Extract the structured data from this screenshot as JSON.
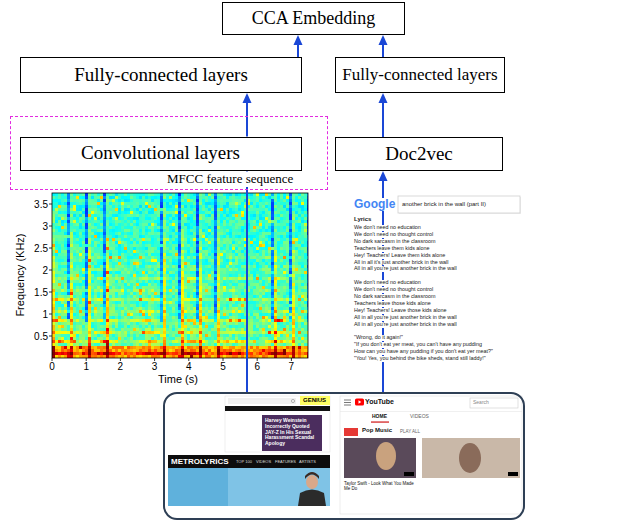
{
  "diagram": {
    "nodes": [
      {
        "text": [
          "CCA Embedding"
        ]
      },
      {
        "text": [
          "Fully-connected layers"
        ]
      },
      {
        "text": [
          "Fully-connected layers"
        ]
      },
      {
        "text": [
          "MFCC feature sequence"
        ]
      },
      {
        "text": [
          "Convolutional layers"
        ],
        "in": 3
      },
      {
        "text": [
          "Doc2vec"
        ]
      },
      {
        "text": [
          "GENIUS",
          "Harvey Weinstein Incorrectly Quoted JAY-Z In His Sexual Harassment Scandal Apology",
          "METROLYRICS",
          "TOP 100",
          "VIDEOS",
          "FEATURES",
          "ARTISTS",
          "YouTube",
          "Search",
          "HOME",
          "VIDEOS",
          "Pop Music",
          "PLAY ALL",
          "Taylor Swift - Look What You Made Me Do"
        ]
      }
    ],
    "edges": [
      {
        "from": 4,
        "to": 1,
        "arrow": "to"
      },
      {
        "from": 1,
        "to": 0,
        "arrow": "to"
      },
      {
        "from": 5,
        "to": 2,
        "arrow": "to"
      },
      {
        "from": 2,
        "to": 0,
        "arrow": "to"
      },
      {
        "from": 6,
        "to": 4,
        "arrow": "to"
      },
      {
        "from": 6,
        "to": 5,
        "arrow": "to"
      }
    ],
    "labels": [
      "3.5",
      "3",
      "2.5",
      "2",
      "1.5",
      "1",
      "0.5",
      "Frequency (KHz)",
      "0",
      "1",
      "2",
      "3",
      "4",
      "5",
      "6",
      "7",
      "Time (s)",
      "Google",
      "another brick in the wall (part II)",
      "Lyrics",
      "We don't need no education",
      "We don't need no thought control",
      "No dark sarcasm in the classroom",
      "Teachers leave them kids alone",
      "Hey! Teachers! Leave them kids alone",
      "All in all it's just another brick in the wall",
      "All in all you're just another brick in the wall",
      "We don't need no education",
      "We don't need no thought control",
      "No dark sarcasm in the classroom",
      "Teachers leave those kids alone",
      "Hey! Teachers! Leave those kids alone",
      "All in all you're just another brick in the wall",
      "All in all you're just another brick in the wall",
      "\"Wrong, do it again!\"",
      "\"If you don't eat yer meat, you can't have any pudding",
      "How can you have any pudding if you don't eat yer meat?\"",
      "\"You! Yes, you behind the bike sheds, stand still laddy!\""
    ]
  }
}
